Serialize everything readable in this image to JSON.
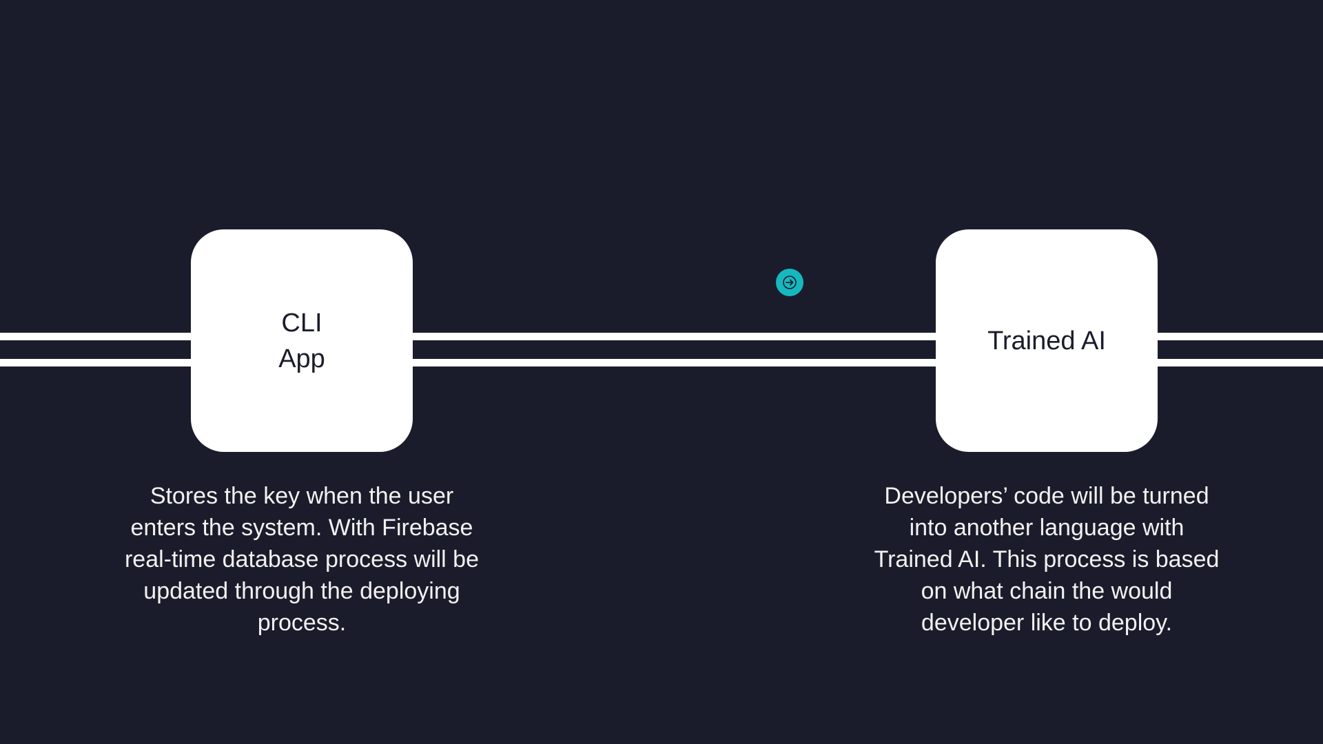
{
  "diagram": {
    "nodes": [
      {
        "id": "cli-app",
        "title_lines": [
          "CLI",
          "App"
        ],
        "description_lines": [
          "Stores the key when the user",
          "enters the system. With Firebase",
          "real-time database process will be",
          "updated through the deploying",
          "process."
        ]
      },
      {
        "id": "trained-ai",
        "title_lines": [
          "Trained AI"
        ],
        "description_lines": [
          "Developers’ code will be turned",
          "into another language with",
          "Trained AI. This process is based",
          "on what chain the would",
          "developer like to deploy."
        ]
      }
    ],
    "connector": "double-line"
  },
  "controls": {
    "next_icon": "arrow-right-icon"
  },
  "colors": {
    "background": "#1b1c2b",
    "card": "#ffffff",
    "line": "#ffffff",
    "text_light": "#f2f2f2",
    "text_dark": "#1b1c2b",
    "accent": "#16b8bf"
  }
}
